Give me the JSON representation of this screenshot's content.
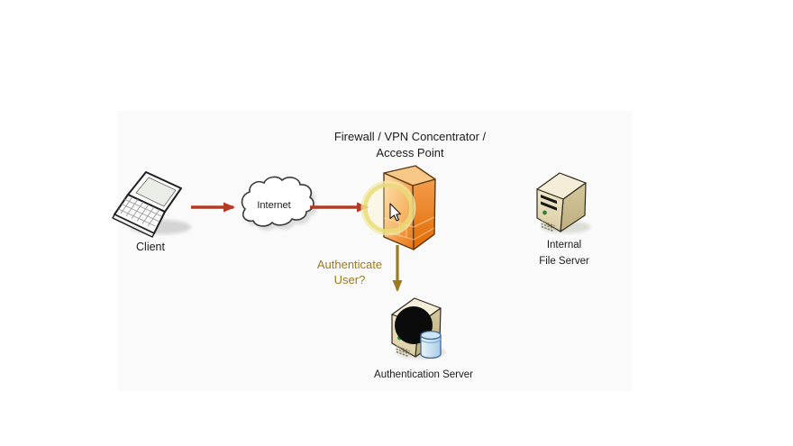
{
  "page": {
    "background_color": "#ffffff",
    "stage_background_color": "#fafafa"
  },
  "diagram": {
    "title": {
      "line1": "Firewall / VPN Concentrator /",
      "line2": "Access Point"
    },
    "client": {
      "label": "Client"
    },
    "internet": {
      "label": "Internet"
    },
    "internal_file_server": {
      "label_line1": "Internal",
      "label_line2": "File Server"
    },
    "authentication_server": {
      "label": "Authentication Server"
    },
    "annotation": {
      "line1": "Authenticate",
      "line2": "User?"
    },
    "icons": [
      "laptop-icon",
      "cloud-icon",
      "firewall-icon",
      "highlight-circle-icon",
      "mouse-cursor-icon",
      "server-tower-icon",
      "database-cylinder-icon",
      "arrow-right-icon",
      "arrow-down-icon"
    ],
    "colors": {
      "flow_arrow_red": "#b43a22",
      "auth_arrow_gold": "#9b7b1d",
      "annotation_text_gold": "#9b7b1d",
      "firewall_front_orange": "#ef8020",
      "firewall_highlight_ring": "#e9dc78",
      "server_body_beige": "#e6dcba",
      "database_cylinder_blue": "#cce2f4",
      "auth_server_circle": "#0b0b0b",
      "label_text": "#1b1b1b"
    }
  }
}
